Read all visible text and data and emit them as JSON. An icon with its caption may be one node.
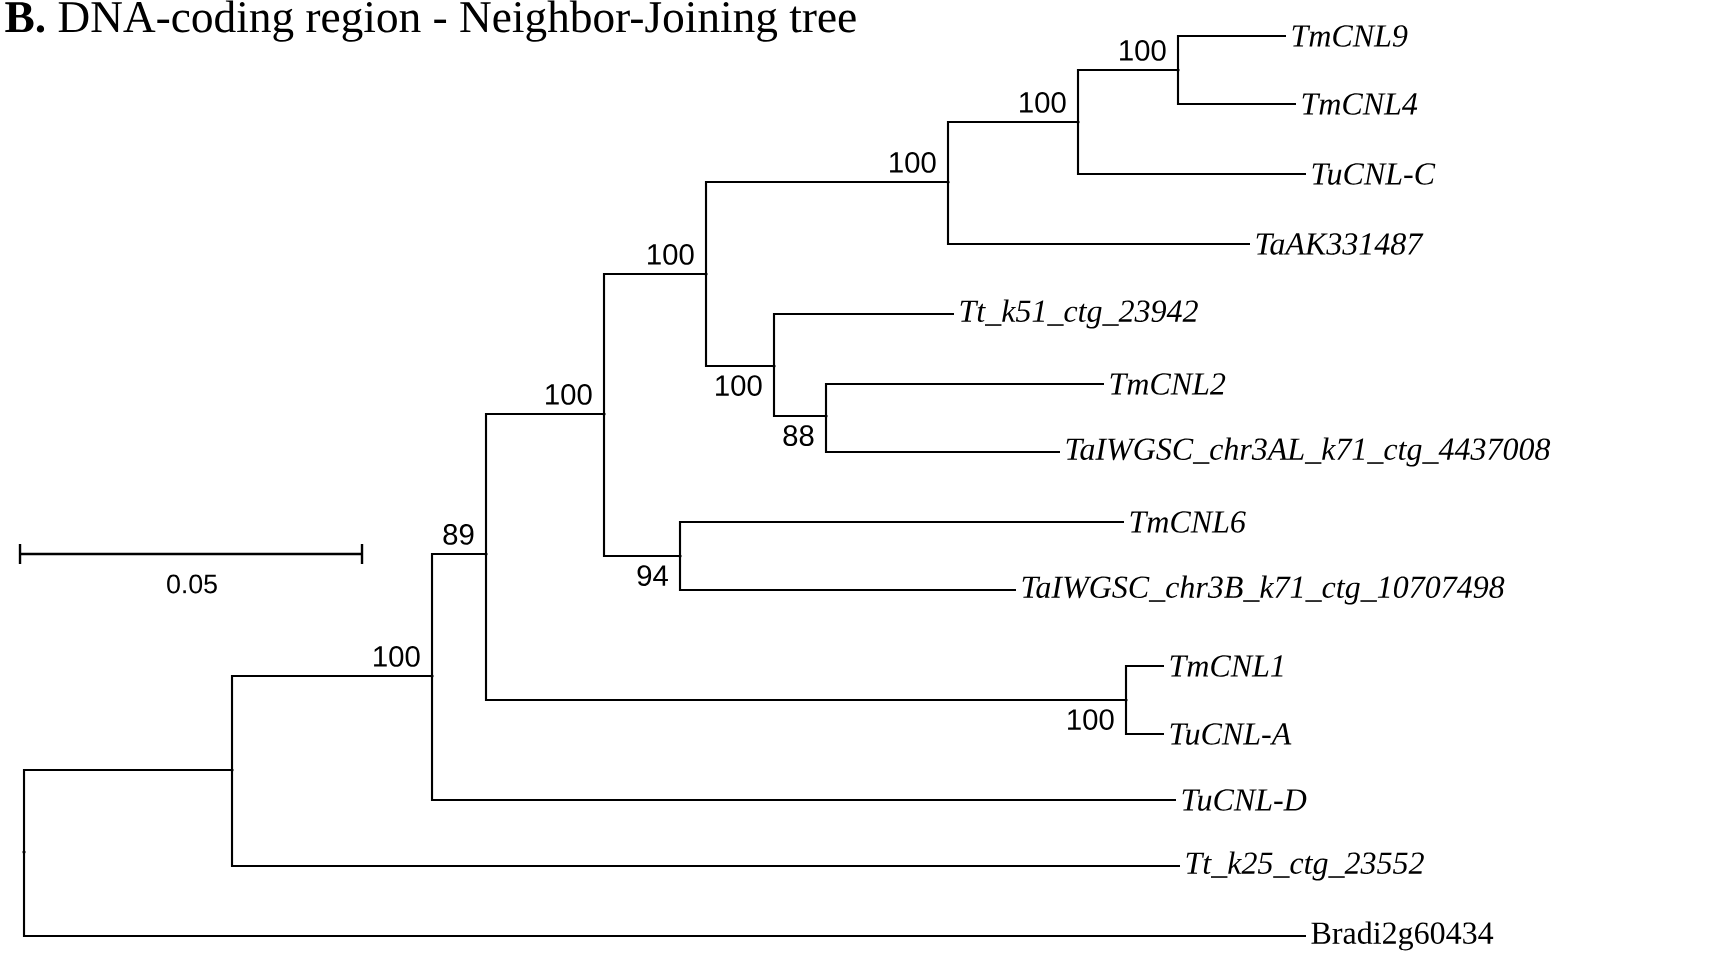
{
  "diagram": {
    "title": "**B.** DNA-coding region - Neighbor-Joining tree",
    "nodes": [
      {
        "text": [],
        "shape": "point"
      },
      {
        "text": [],
        "shape": "point"
      },
      {
        "text": [],
        "shape": "point",
        "beside": [
          "100"
        ]
      },
      {
        "text": [],
        "shape": "point",
        "beside": [
          "89"
        ]
      },
      {
        "text": [],
        "shape": "point",
        "beside": [
          "100"
        ]
      },
      {
        "text": [],
        "shape": "point",
        "beside": [
          "100"
        ]
      },
      {
        "text": [],
        "shape": "point",
        "beside": [
          "100"
        ]
      },
      {
        "text": [],
        "shape": "point",
        "beside": [
          "100"
        ]
      },
      {
        "text": [],
        "shape": "point",
        "beside": [
          "100"
        ]
      },
      {
        "text": [
          "TmCNL9"
        ]
      },
      {
        "text": [
          "TmCNL4"
        ]
      },
      {
        "text": [
          "TuCNL-C"
        ]
      },
      {
        "text": [
          "TaAK331487"
        ]
      },
      {
        "text": [],
        "shape": "point",
        "beside": [
          "100"
        ]
      },
      {
        "text": [
          "Tt_k51_ctg_23942"
        ]
      },
      {
        "text": [],
        "shape": "point",
        "beside": [
          "88"
        ]
      },
      {
        "text": [
          "TmCNL2"
        ]
      },
      {
        "text": [
          "TaIWGSC_chr3AL_k71_ctg_4437008"
        ]
      },
      {
        "text": [],
        "shape": "point",
        "beside": [
          "94"
        ]
      },
      {
        "text": [
          "TmCNL6"
        ]
      },
      {
        "text": [
          "TaIWGSC_chr3B_k71_ctg_10707498"
        ]
      },
      {
        "text": [],
        "shape": "point",
        "beside": [
          "100"
        ]
      },
      {
        "text": [
          "TmCNL1"
        ]
      },
      {
        "text": [
          "TuCNL-A"
        ]
      },
      {
        "text": [
          "TuCNL-D"
        ]
      },
      {
        "text": [
          "Tt_k25_ctg_23552"
        ]
      },
      {
        "text": [
          "Bradi2g60434"
        ]
      }
    ],
    "edges": [
      {
        "from": 0,
        "to": 1,
        "arrow": "none"
      },
      {
        "from": 0,
        "to": 26,
        "arrow": "none"
      },
      {
        "from": 1,
        "to": 2,
        "arrow": "none"
      },
      {
        "from": 1,
        "to": 25,
        "arrow": "none"
      },
      {
        "from": 2,
        "to": 3,
        "arrow": "none"
      },
      {
        "from": 2,
        "to": 24,
        "arrow": "none"
      },
      {
        "from": 3,
        "to": 4,
        "arrow": "none"
      },
      {
        "from": 3,
        "to": 21,
        "arrow": "none"
      },
      {
        "from": 4,
        "to": 5,
        "arrow": "none"
      },
      {
        "from": 4,
        "to": 18,
        "arrow": "none"
      },
      {
        "from": 5,
        "to": 6,
        "arrow": "none"
      },
      {
        "from": 5,
        "to": 13,
        "arrow": "none"
      },
      {
        "from": 6,
        "to": 7,
        "arrow": "none"
      },
      {
        "from": 6,
        "to": 12,
        "arrow": "none"
      },
      {
        "from": 7,
        "to": 8,
        "arrow": "none"
      },
      {
        "from": 7,
        "to": 11,
        "arrow": "none"
      },
      {
        "from": 8,
        "to": 9,
        "arrow": "none"
      },
      {
        "from": 8,
        "to": 10,
        "arrow": "none"
      },
      {
        "from": 13,
        "to": 14,
        "arrow": "none"
      },
      {
        "from": 13,
        "to": 15,
        "arrow": "none"
      },
      {
        "from": 15,
        "to": 16,
        "arrow": "none"
      },
      {
        "from": 15,
        "to": 17,
        "arrow": "none"
      },
      {
        "from": 18,
        "to": 19,
        "arrow": "none"
      },
      {
        "from": 18,
        "to": 20,
        "arrow": "none"
      },
      {
        "from": 21,
        "to": 22,
        "arrow": "none"
      },
      {
        "from": 21,
        "to": 23,
        "arrow": "none"
      }
    ],
    "labels": [
      "0.05"
    ]
  }
}
